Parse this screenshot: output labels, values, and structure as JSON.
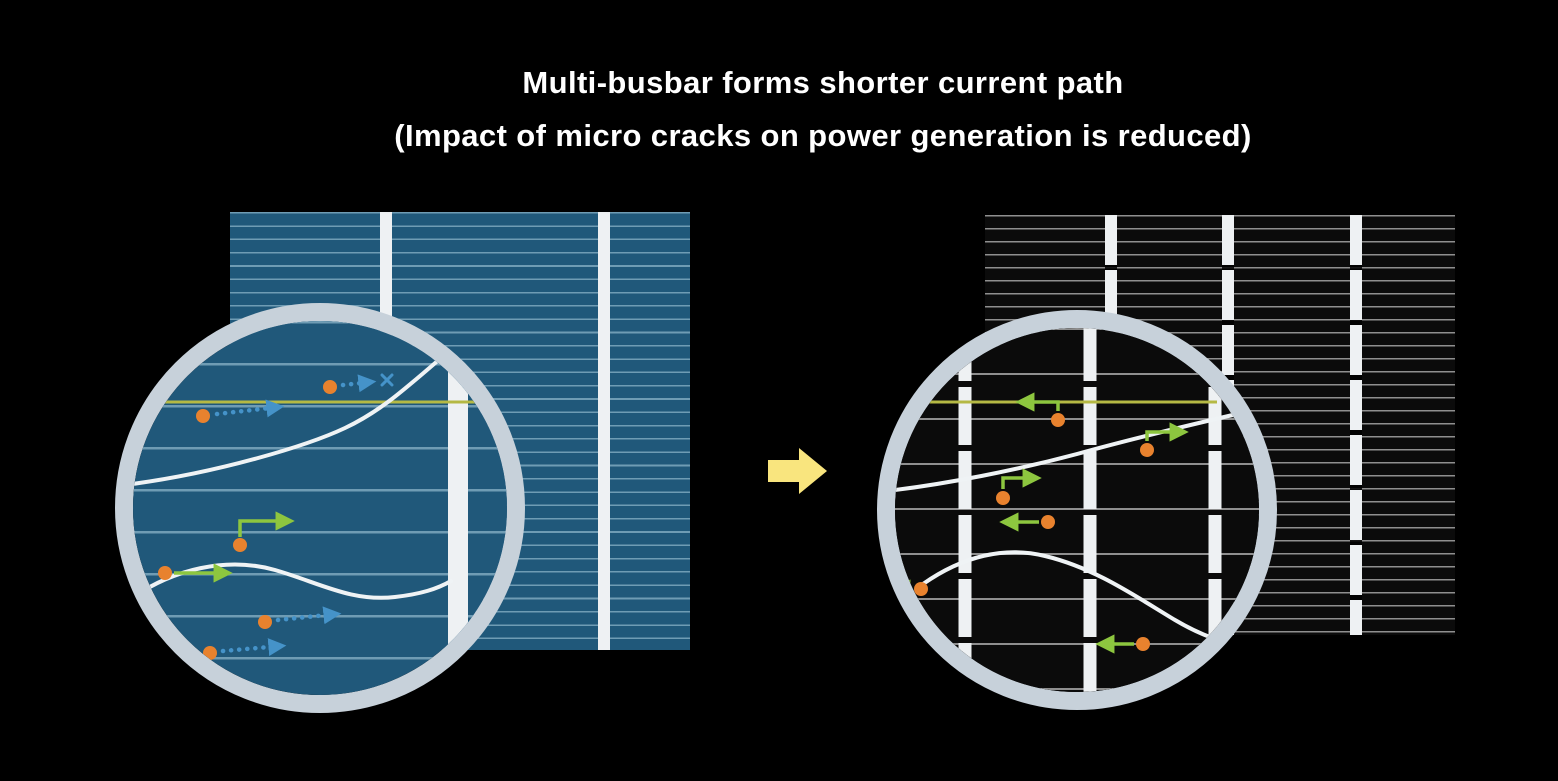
{
  "title": {
    "line1": "Multi-busbar forms shorter current path",
    "line2": "(Impact of micro cracks on power generation is reduced)"
  },
  "icons": {
    "transition_arrow": "right-block-arrow",
    "electron": "orange-dot",
    "blocked_path": "x-mark",
    "short_current_path": "green-elbow-arrow",
    "long_current_path": "blue-dotted-arrow",
    "micro_crack": "white-crack-line"
  },
  "colors": {
    "bg": "#000000",
    "title_text": "#ffffff",
    "cell_blue": "#20587a",
    "cell_blue_line": "#6f9cb4",
    "cell_black": "#0b0b0b",
    "cell_black_line": "#8f8f8f",
    "busbar": "#eef1f3",
    "ring": "#c7d1da",
    "crack": "#eff3f5",
    "yellow_line": "#b5b944",
    "dot_orange": "#e8822e",
    "green": "#8dc63f",
    "blue_dot": "#4593c9",
    "block_arrow": "#f9e57e"
  }
}
